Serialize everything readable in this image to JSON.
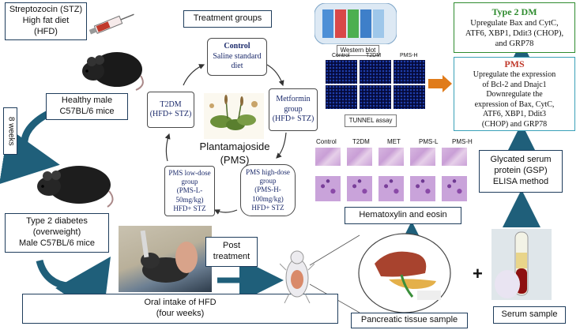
{
  "induction_box": {
    "line1": "Streptozocin (STZ)",
    "line2": "High fat diet",
    "line3": "(HFD)"
  },
  "treatment_groups_label": "Treatment groups",
  "healthy_mice_box": {
    "line1": "Healthy male",
    "line2": "C57BL/6 mice"
  },
  "weeks_label": "8 weeks",
  "cycle": {
    "control": {
      "line1": "Control",
      "line2": "Saline standard",
      "line3": "diet"
    },
    "t2dm": {
      "line1": "T2DM",
      "line2": "(HFD+ STZ)"
    },
    "metformin": {
      "line1": "Metformin",
      "line2": "group",
      "line3": "(HFD+ STZ)"
    },
    "pms_low": {
      "line1": "PMS low-dose",
      "line2": "group",
      "line3": "(PMS-L-",
      "line4": "50mg/kg)",
      "line5": "HFD+ STZ"
    },
    "pms_high": {
      "line1": "PMS high-dose",
      "line2": "group",
      "line3": "(PMS-H-",
      "line4": "100mg/kg)",
      "line5": "HFD+ STZ"
    },
    "center_title": "Plantamajoside",
    "center_subtitle": "(PMS)"
  },
  "diabetes_box": {
    "line1": "Type 2 diabetes",
    "line2": "(overweight)",
    "line3": "Male C57BL/6 mice"
  },
  "post_treatment_box": {
    "line1": "Post",
    "line2": "treatment"
  },
  "oral_intake_box": {
    "line1": "Oral intake of HFD",
    "line2": "(four weeks)"
  },
  "western_blot_label": "Western blot",
  "tunnel": {
    "columns": [
      "Control",
      "T2DM",
      "PMS-H"
    ],
    "label": "TUNNEL assay"
  },
  "he": {
    "columns": [
      "Control",
      "T2DM",
      "MET",
      "PMS-L",
      "PMS-H"
    ],
    "label": "Hematoxylin and eosin"
  },
  "pancreatic_label": "Pancreatic tissue sample",
  "plus_sign": "+",
  "serum_label": "Serum sample",
  "gsp_box": {
    "line1": "Glycated serum",
    "line2": "protein (GSP)",
    "line3": "ELISA method"
  },
  "type2dm_box": {
    "title": "Type 2 DM",
    "line1": "Upregulate Bax and CytC,",
    "line2": "ATF6, XBP1, Ddit3 (CHOP),",
    "line3": "and GRP78"
  },
  "pms_box": {
    "title": "PMS",
    "line1": "Upregulate the expression",
    "line2": "of  Bcl-2 and Dnajc1",
    "line3": "Downregulate the",
    "line4": "expression of Bax, CytC,",
    "line5": "ATF6, XBP1, Ddit3",
    "line6": "(CHOP) and GRP78"
  },
  "colors": {
    "navy": "#1b2a6b",
    "teal_arrow": "#1f5f7a",
    "green_title": "#2e8b2e",
    "red_title": "#c0392b",
    "orange_arrow": "#e07b1a",
    "teal_border": "#3aa0b8"
  }
}
